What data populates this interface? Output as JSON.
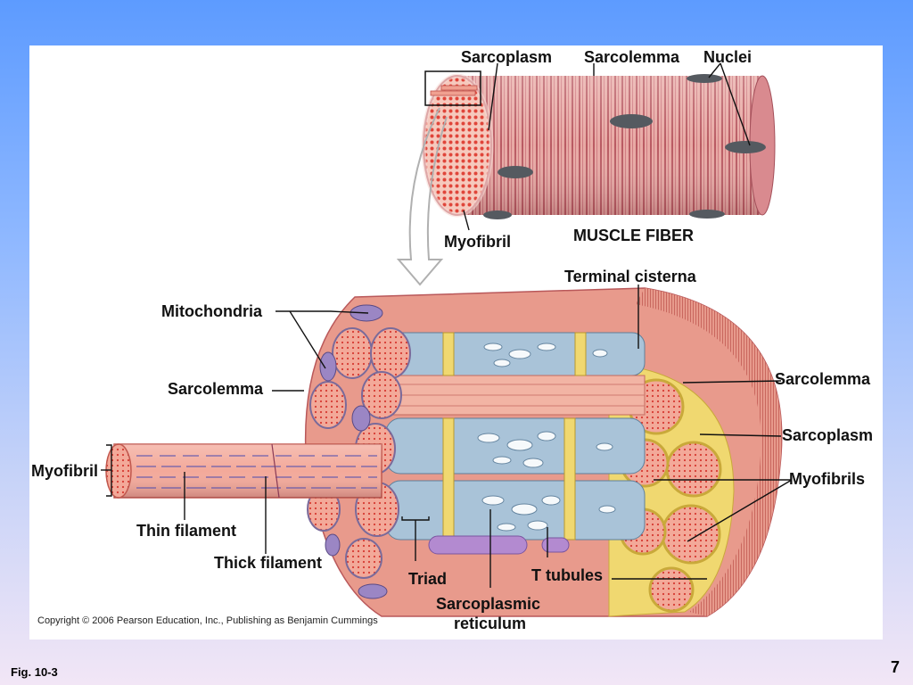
{
  "labels": {
    "sarcoplasm_top": "Sarcoplasm",
    "sarcolemma_top": "Sarcolemma",
    "nuclei": "Nuclei",
    "myofibril_top": "Myofibril",
    "muscle_fiber": "MUSCLE FIBER",
    "terminal_cisterna": "Terminal cisterna",
    "mitochondria": "Mitochondria",
    "sarcolemma_left": "Sarcolemma",
    "sarcolemma_right": "Sarcolemma",
    "sarcoplasm_right": "Sarcoplasm",
    "myofibril_left": "Myofibril",
    "myofibrils_right": "Myofibrils",
    "thin_filament": "Thin filament",
    "thick_filament": "Thick filament",
    "triad": "Triad",
    "t_tubules": "T tubules",
    "sarcoplasmic_1": "Sarcoplasmic",
    "sarcoplasmic_2": "reticulum"
  },
  "copyright": "Copyright © 2006 Pearson Education, Inc., Publishing as Benjamin Cummings",
  "fig_label": "Fig. 10-3",
  "slide_number": "7",
  "colors": {
    "background_top": "#5d9bff",
    "background_bottom": "#f2e6f6",
    "muscle_pink": "#e9a39b",
    "myofibril_red": "#e86a58",
    "reticulum_blue": "#a9c3d8",
    "ttubule_yellow": "#f0d870",
    "nucleus_gray": "#555a60",
    "mitochondria_purple": "#9b86c4"
  }
}
